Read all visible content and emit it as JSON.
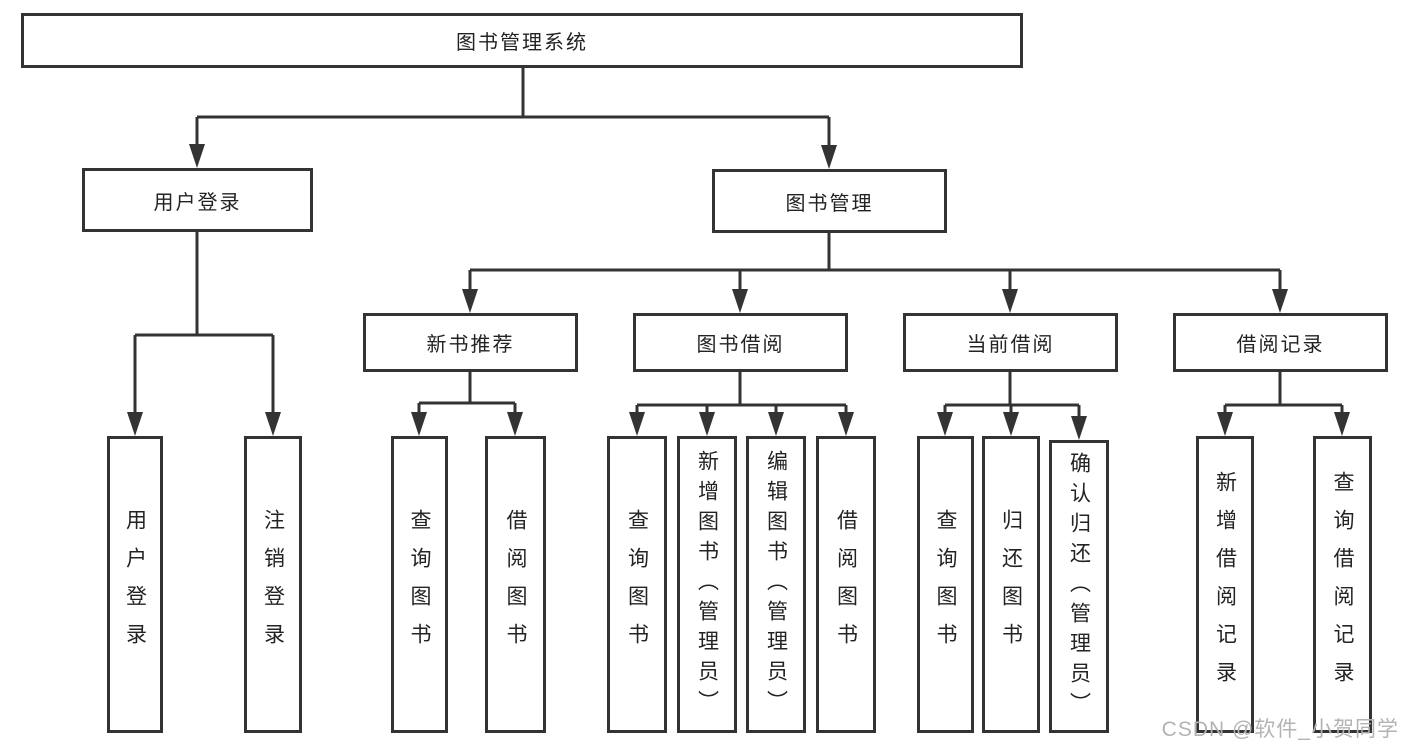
{
  "diagram": {
    "root": {
      "label": "图书管理系统"
    },
    "branches": [
      {
        "label": "用户登录",
        "children": [
          {
            "label": "用户登录"
          },
          {
            "label": "注销登录"
          }
        ]
      },
      {
        "label": "图书管理",
        "children": [
          {
            "label": "新书推荐",
            "children": [
              {
                "label": "查询图书"
              },
              {
                "label": "借阅图书"
              }
            ]
          },
          {
            "label": "图书借阅",
            "children": [
              {
                "label": "查询图书"
              },
              {
                "label": "新增图书（管理员）"
              },
              {
                "label": "编辑图书（管理员）"
              },
              {
                "label": "借阅图书"
              }
            ]
          },
          {
            "label": "当前借阅",
            "children": [
              {
                "label": "查询图书"
              },
              {
                "label": "归还图书"
              },
              {
                "label": "确认归还（管理员）"
              }
            ]
          },
          {
            "label": "借阅记录",
            "children": [
              {
                "label": "新增借阅记录"
              },
              {
                "label": "查询借阅记录"
              }
            ]
          }
        ]
      }
    ]
  },
  "watermark": {
    "text": "CSDN @软件_小贺同学"
  },
  "colors": {
    "border": "#333333",
    "text": "#232323",
    "connector": "#333333",
    "background": "#ffffff",
    "watermark": "#b3b3b3"
  }
}
